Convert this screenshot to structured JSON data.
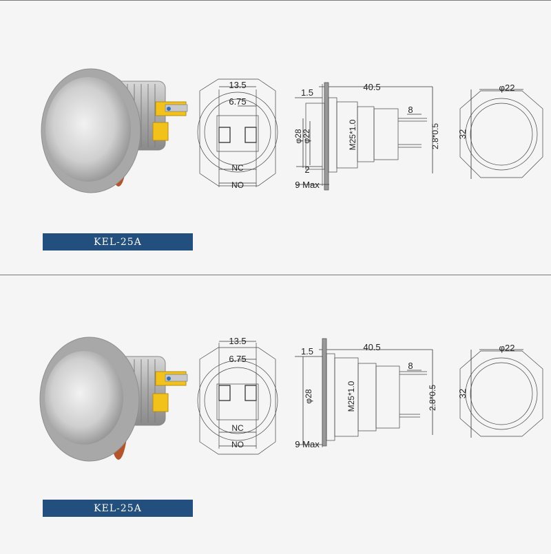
{
  "panels": [
    {
      "model": "KEL-25A",
      "front": {
        "width": "13.5",
        "pitch": "6.75",
        "nc": "NC",
        "no": "NO"
      },
      "side": {
        "length": "40.5",
        "flange": "1.5",
        "phi_outer": "φ28",
        "phi_inner": "φ22",
        "inset": "2",
        "thread": "M25*1.0",
        "terminal": "8",
        "terminal_size": "2.8*0.5",
        "max": "9 Max"
      },
      "top": {
        "phi": "φ22",
        "height": "32"
      }
    },
    {
      "model": "KEL-25A",
      "front": {
        "width": "13.5",
        "pitch": "6.75",
        "nc": "NC",
        "no": "NO"
      },
      "side": {
        "length": "40.5",
        "flange": "1.5",
        "phi_outer": "φ28",
        "thread": "M25*1.0",
        "terminal": "8",
        "terminal_size": "2.8*0.5",
        "max": "9 Max"
      },
      "top": {
        "phi": "φ22",
        "height": "32"
      }
    }
  ],
  "colors": {
    "label_bg": "#234f7e",
    "label_text": "#ffffff",
    "divider": "#7a7a7a",
    "terminal": "#f2c21b",
    "seal": "#b5532a"
  }
}
